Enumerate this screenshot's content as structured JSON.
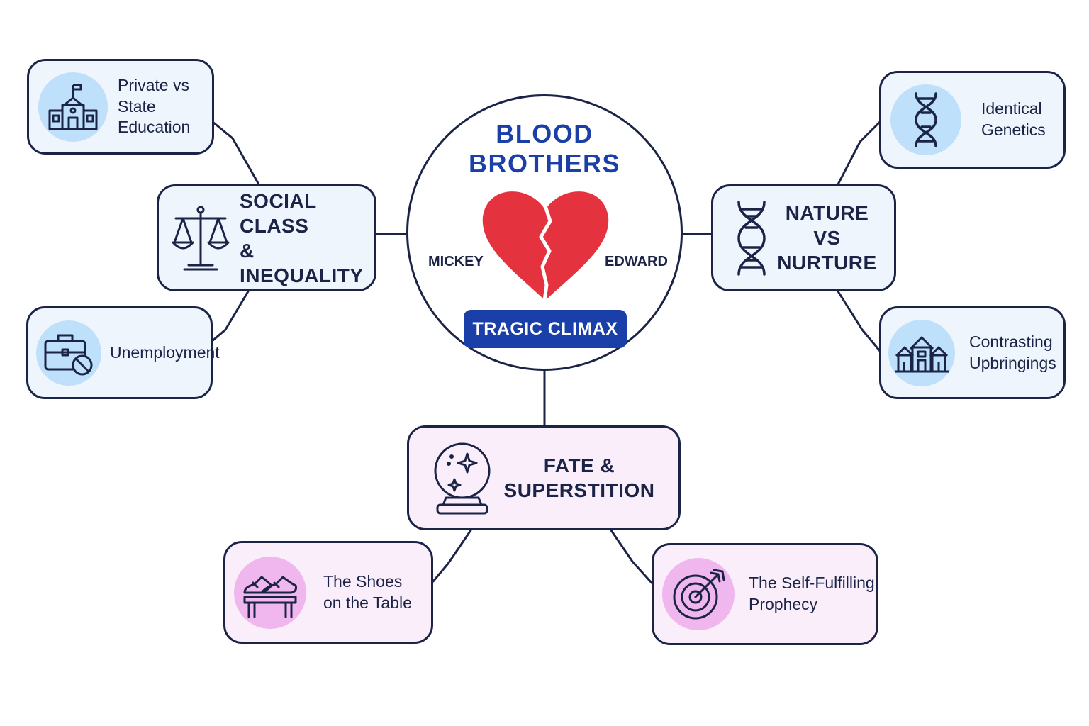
{
  "hub": {
    "title_line1": "BLOOD",
    "title_line2": "BROTHERS",
    "left_character": "MICKEY",
    "right_character": "EDWARD",
    "badge": "TRAGIC CLIMAX"
  },
  "themes": {
    "social_class": {
      "line1": "SOCIAL CLASS",
      "line2": "& INEQUALITY",
      "icon": "scales-icon"
    },
    "nature_nurture": {
      "line1": "NATURE",
      "line2": "VS",
      "line3": "NURTURE",
      "icon": "dna-icon"
    },
    "fate": {
      "line1": "FATE &",
      "line2": "SUPERSTITION",
      "icon": "crystal-ball-icon"
    }
  },
  "subtopics": {
    "education": {
      "line1": "Private vs",
      "line2": "State",
      "line3": "Education",
      "icon": "school-icon"
    },
    "unemployment": {
      "line1": "Unemployment",
      "icon": "briefcase-blocked-icon"
    },
    "genetics": {
      "line1": "Identical",
      "line2": "Genetics",
      "icon": "dna-icon"
    },
    "upbringings": {
      "line1": "Contrasting",
      "line2": "Upbringings",
      "icon": "houses-icon"
    },
    "shoes": {
      "line1": "The Shoes",
      "line2": "on the Table",
      "icon": "shoes-on-table-icon"
    },
    "prophecy": {
      "line1": "The Self-Fulfilling",
      "line2": "Prophecy",
      "icon": "target-icon"
    }
  },
  "colors": {
    "outline": "#1b2447",
    "title_blue": "#1a3fa8",
    "heart_red": "#e5323f",
    "blue_fill": "#eef5fd",
    "blue_icon_circle": "#bfe0fa",
    "pink_fill": "#fbeefb",
    "pink_icon_circle": "#f0b6ee"
  }
}
